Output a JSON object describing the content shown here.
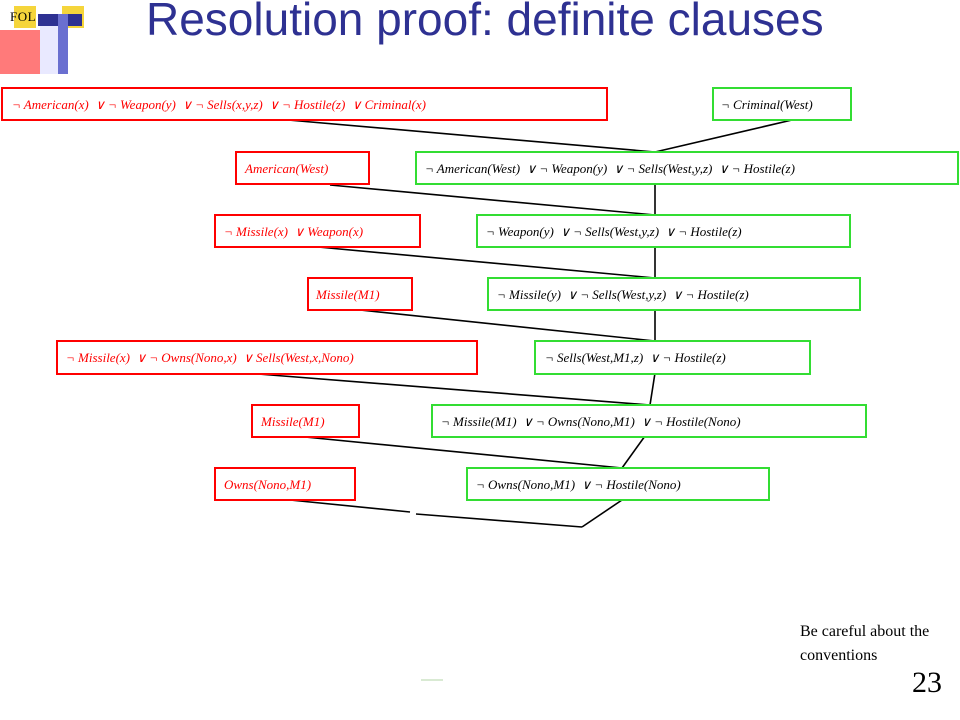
{
  "logo": {
    "label": "FOL"
  },
  "title": "Resolution proof: definite clauses",
  "colors": {
    "title": "#2e3192",
    "kb_clause_border": "#ff0000",
    "goal_clause_border": "#33dd33",
    "edge": "#000000"
  },
  "kb_clauses": [
    "¬ American(x)  ∨ ¬ Weapon(y)  ∨ ¬ Sells(x,y,z)  ∨ ¬ Hostile(z)  ∨ Criminal(x)",
    "American(West)",
    "¬ Missile(x)  ∨ Weapon(x)",
    "Missile(M1)",
    "¬ Missile(x)  ∨ ¬ Owns(Nono,x)  ∨ Sells(West,x,Nono)",
    "Missile(M1)",
    "Owns(Nono,M1)"
  ],
  "goal_clauses": [
    "¬ Criminal(West)",
    "¬ American(West)  ∨ ¬ Weapon(y)  ∨ ¬ Sells(West,y,z)  ∨ ¬ Hostile(z)",
    "¬ Weapon(y)  ∨ ¬ Sells(West,y,z)  ∨ ¬ Hostile(z)",
    "¬ Missile(y)  ∨ ¬ Sells(West,y,z)  ∨ ¬ Hostile(z)",
    "¬ Sells(West,M1,z)  ∨ ¬ Hostile(z)",
    "¬ Missile(M1)  ∨ ¬ Owns(Nono,M1)  ∨ ¬ Hostile(Nono)",
    "¬ Owns(Nono,M1)  ∨ ¬ Hostile(Nono)"
  ],
  "note": "Be careful about the conventions",
  "page_number": "23"
}
